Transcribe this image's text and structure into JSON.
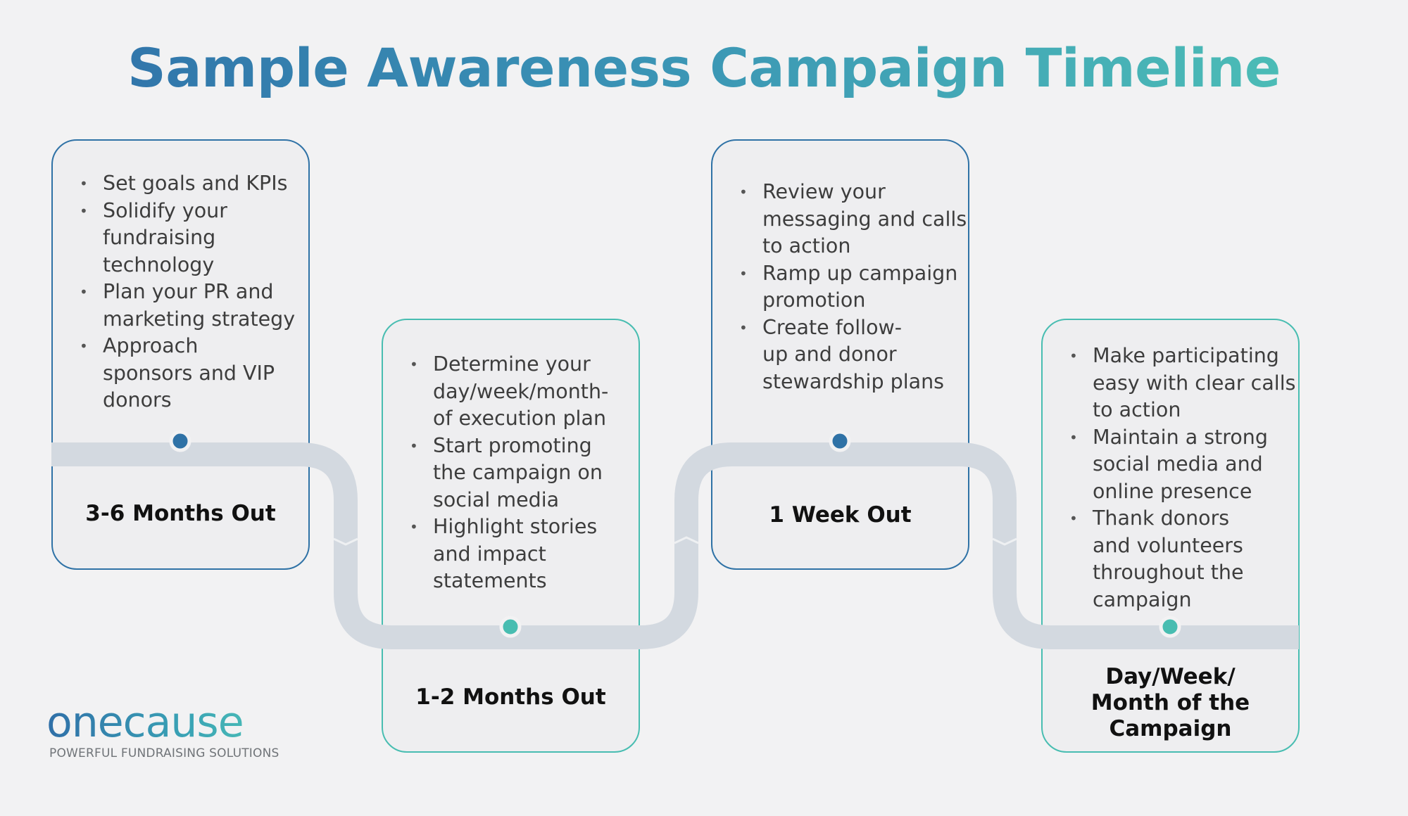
{
  "title": "Sample Awareness Campaign Timeline",
  "colors": {
    "blue": "#2f72a6",
    "teal": "#48bdb1",
    "track": "#d3d9e0"
  },
  "stages": [
    {
      "label": "3-6 Months Out",
      "items": [
        "Set goals and KPIs",
        "Solidify your\nfundraising\ntechnology",
        "Plan your PR and\nmarketing strategy",
        "Approach\nsponsors and VIP\ndonors"
      ]
    },
    {
      "label": "1-2 Months Out",
      "items": [
        "Determine your\nday/week/month-\nof execution plan",
        "Start promoting\nthe campaign on\nsocial media",
        "Highlight stories\nand impact\nstatements"
      ]
    },
    {
      "label": "1 Week Out",
      "items": [
        "Review your\nmessaging and calls\nto action",
        "Ramp up campaign\npromotion",
        "Create follow-\nup and donor\nstewardship plans"
      ]
    },
    {
      "label": "Day/Week/\nMonth of the\nCampaign",
      "items": [
        "Make participating\neasy with clear calls\nto action",
        "Maintain a strong\nsocial media and\nonline presence",
        "Thank donors\nand volunteers\nthroughout the\ncampaign"
      ]
    }
  ],
  "logo": {
    "name": "onecause",
    "registered": "®",
    "tagline": "POWERFUL FUNDRAISING SOLUTIONS"
  }
}
